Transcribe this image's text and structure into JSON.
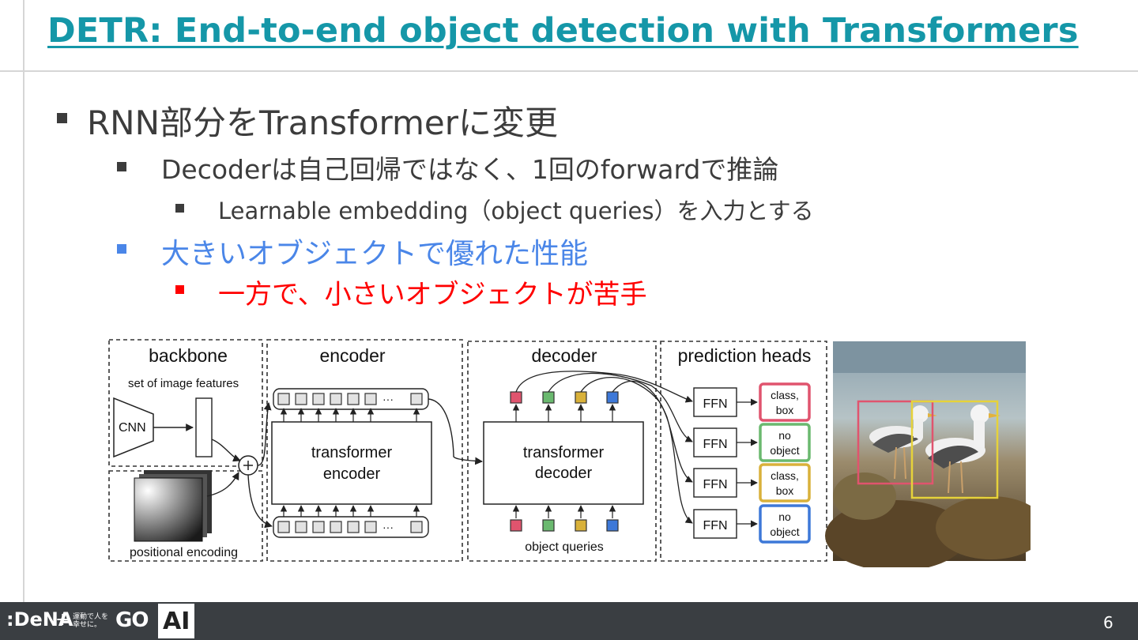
{
  "title": "DETR: End-to-end object detection with Transformers",
  "bullets": [
    {
      "text": "RNN部分をTransformerに変更"
    },
    {
      "text": "Decoderは自己回帰ではなく、1回のforwardで推論"
    },
    {
      "text": "Learnable embedding（object queries）を入力とする"
    },
    {
      "text": "大きいオブジェクトで優れた性能"
    },
    {
      "text": "一方で、小さいオブジェクトが苦手"
    }
  ],
  "diagram": {
    "backbone": {
      "title": "backbone",
      "features_label": "set of image features",
      "cnn_label": "CNN",
      "positional_label": "positional encoding"
    },
    "encoder": {
      "title": "encoder",
      "block_line1": "transformer",
      "block_line2": "encoder",
      "ellipsis": "···"
    },
    "decoder": {
      "title": "decoder",
      "block_line1": "transformer",
      "block_line2": "decoder",
      "queries_label": "object queries"
    },
    "heads": {
      "title": "prediction heads",
      "ffn_label": "FFN",
      "outputs": [
        {
          "line1": "class,",
          "line2": "box",
          "color": "#e0546e"
        },
        {
          "line1": "no",
          "line2": "object",
          "color": "#6ab96f"
        },
        {
          "line1": "class,",
          "line2": "box",
          "color": "#d9b13a"
        },
        {
          "line1": "no",
          "line2": "object",
          "color": "#3d78d8"
        }
      ]
    },
    "query_colors": [
      "#e0546e",
      "#6ab96f",
      "#d9b13a",
      "#3d78d8"
    ],
    "photo": {
      "box_colors": [
        "#e0546e",
        "#e6d23a"
      ]
    }
  },
  "footer": {
    "dena_logo": ":DeNA",
    "plus": "+",
    "slogan": "運動で人を幸せに。",
    "go_logo": "GO",
    "ai_badge": "AI",
    "page_number": "6"
  },
  "colors": {
    "title": "#1597a8",
    "blue_text": "#4a86e8",
    "red_text": "#ff0000",
    "footer_bg": "#3a3e42"
  }
}
